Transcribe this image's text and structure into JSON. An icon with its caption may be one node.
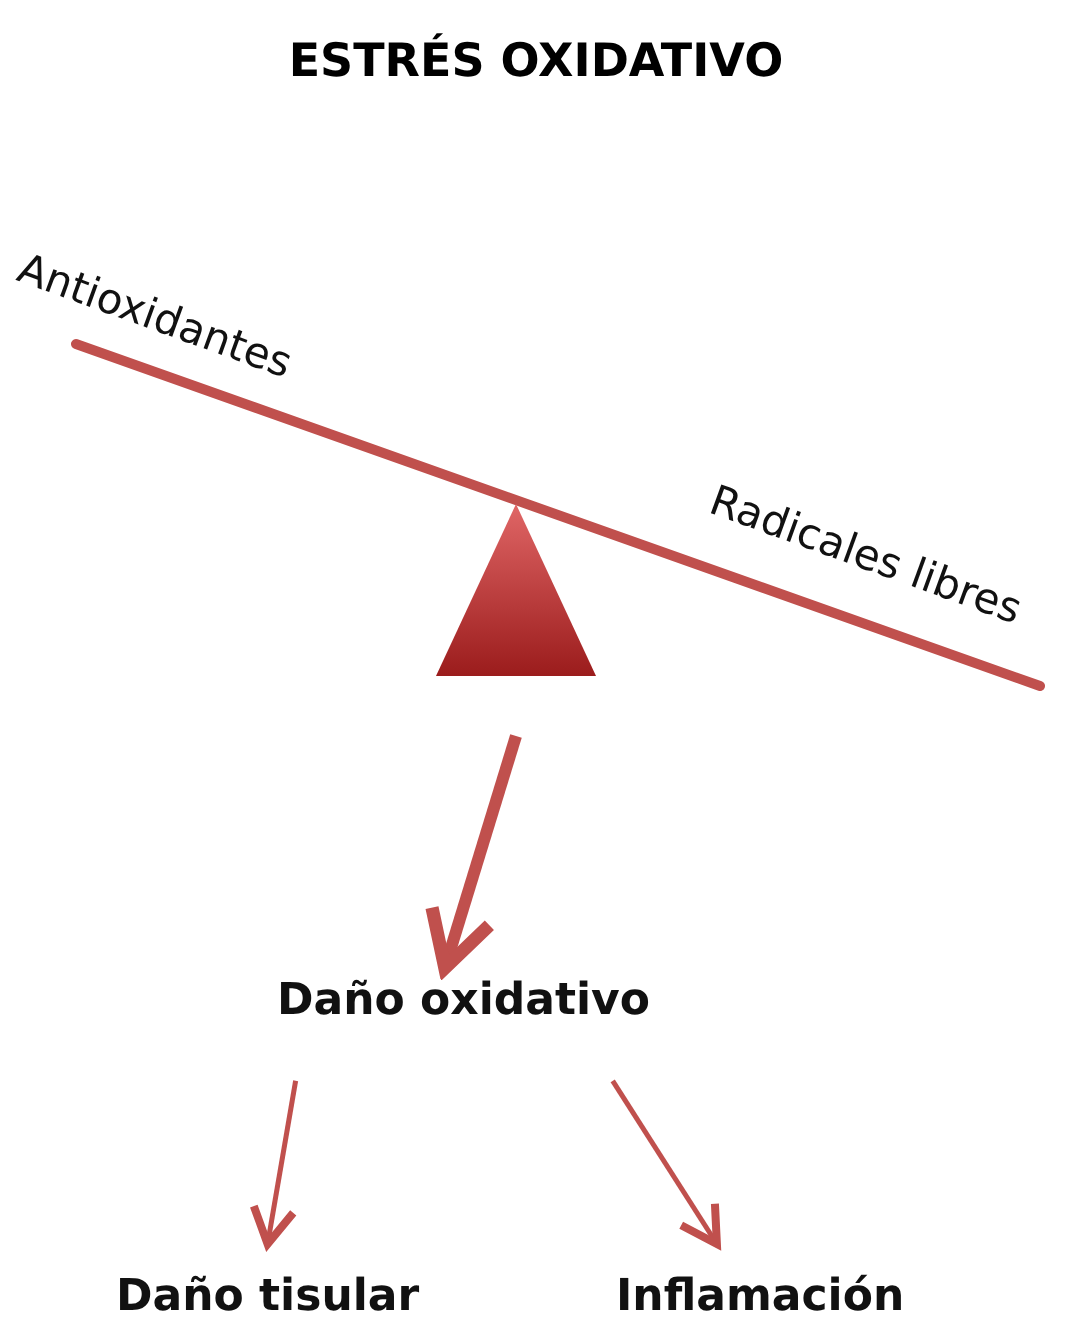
{
  "diagram": {
    "title": "ESTRÉS OXIDATIVO",
    "nodes": [
      {
        "text": [],
        "shape": "triangle"
      },
      {
        "text": [
          "Daño oxidativo"
        ]
      },
      {
        "text": [
          "Daño tisular"
        ]
      },
      {
        "text": [
          "Inflamación"
        ]
      }
    ],
    "edges": [
      {
        "from": 0,
        "to": 1,
        "arrow": "to",
        "style": "thick"
      },
      {
        "from": 1,
        "to": 2,
        "arrow": "to"
      },
      {
        "from": 1,
        "to": 3,
        "arrow": "to"
      }
    ],
    "labels": [
      "Antioxidantes",
      "Radicales libres"
    ]
  }
}
